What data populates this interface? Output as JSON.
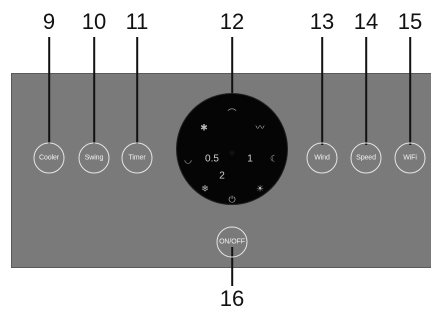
{
  "callouts": [
    "9",
    "10",
    "11",
    "12",
    "13",
    "14",
    "15",
    "16"
  ],
  "buttons": {
    "cooler": "Cooler",
    "swing": "Swing",
    "timer": "Timer",
    "wind": "Wind",
    "speed": "Speed",
    "wifi": "WiFi",
    "onoff": "ON/OFF"
  },
  "dial": {
    "timer_half": "0.5",
    "timer_one": "1",
    "timer_two": "2",
    "icons": [
      "fan-icon",
      "wave-icon",
      "wind-icon",
      "smile-icon",
      "moon-icon",
      "cool-icon",
      "sun-icon",
      "power-icon"
    ]
  },
  "colors": {
    "panel": "#7a7a7a",
    "dial": "#050505",
    "button_outline": "#e6e6e6"
  }
}
